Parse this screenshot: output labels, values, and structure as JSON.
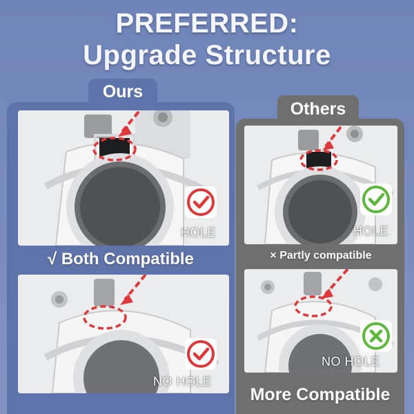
{
  "header": {
    "line1": "PREFERRED:",
    "line2": "Upgrade Structure"
  },
  "ours": {
    "tab_label": "Ours",
    "middle_label": "√ Both Compatible",
    "top_photo": {
      "hole_label": "HOLE",
      "badge_icon": "check-icon"
    },
    "bottom_photo": {
      "hole_label": "NO HOLE",
      "badge_icon": "check-icon"
    }
  },
  "others": {
    "tab_label": "Others",
    "middle_label": "× Partly compatible",
    "top_photo": {
      "hole_label": "HOLE",
      "badge_icon": "check-icon"
    },
    "bottom_photo": {
      "hole_label": "NO HOLE",
      "badge_icon": "cross-icon"
    }
  },
  "footer": {
    "label": "More Compatible"
  },
  "colors": {
    "ours_panel": "#5f73ab",
    "others_panel": "#6f6f6f",
    "red_mark": "#e0383a",
    "green_mark": "#5cb83a"
  }
}
